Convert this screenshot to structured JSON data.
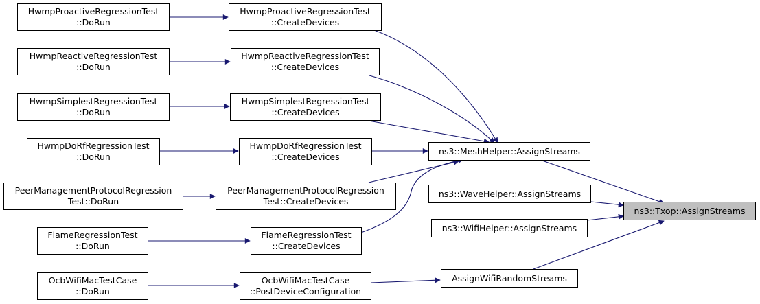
{
  "colors": {
    "edge": "#191970",
    "current_fill": "#bfbfbf",
    "node_border": "#000000"
  },
  "nodes": {
    "target": {
      "lines": [
        "ns3::Txop::AssignStreams"
      ]
    },
    "mesh_assign": {
      "lines": [
        "ns3::MeshHelper::AssignStreams"
      ]
    },
    "wave_assign": {
      "lines": [
        "ns3::WaveHelper::AssignStreams"
      ]
    },
    "wifi_assign": {
      "lines": [
        "ns3::WifiHelper::AssignStreams"
      ]
    },
    "assign_wifi_random": {
      "lines": [
        "AssignWifiRandomStreams"
      ]
    },
    "pro_create": {
      "lines": [
        "HwmpProactiveRegressionTest",
        "::CreateDevices"
      ]
    },
    "rea_create": {
      "lines": [
        "HwmpReactiveRegressionTest",
        "::CreateDevices"
      ]
    },
    "sim_create": {
      "lines": [
        "HwmpSimplestRegressionTest",
        "::CreateDevices"
      ]
    },
    "dorf_create": {
      "lines": [
        "HwmpDoRfRegressionTest",
        "::CreateDevices"
      ]
    },
    "peer_create": {
      "lines": [
        "PeerManagementProtocolRegression",
        "Test::CreateDevices"
      ]
    },
    "flame_create": {
      "lines": [
        "FlameRegressionTest",
        "::CreateDevices"
      ]
    },
    "ocb_post": {
      "lines": [
        "OcbWifiMacTestCase",
        "::PostDeviceConfiguration"
      ]
    },
    "pro_run": {
      "lines": [
        "HwmpProactiveRegressionTest",
        "::DoRun"
      ]
    },
    "rea_run": {
      "lines": [
        "HwmpReactiveRegressionTest",
        "::DoRun"
      ]
    },
    "sim_run": {
      "lines": [
        "HwmpSimplestRegressionTest",
        "::DoRun"
      ]
    },
    "dorf_run": {
      "lines": [
        "HwmpDoRfRegressionTest",
        "::DoRun"
      ]
    },
    "peer_run": {
      "lines": [
        "PeerManagementProtocolRegression",
        "Test::DoRun"
      ]
    },
    "flame_run": {
      "lines": [
        "FlameRegressionTest",
        "::DoRun"
      ]
    },
    "ocb_run": {
      "lines": [
        "OcbWifiMacTestCase",
        "::DoRun"
      ]
    }
  }
}
